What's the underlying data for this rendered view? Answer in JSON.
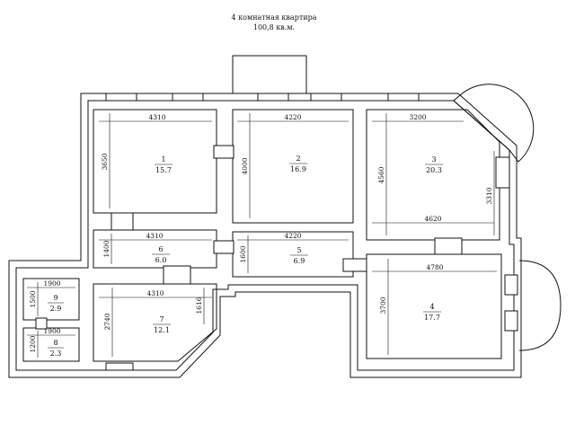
{
  "header": {
    "title": "4 комнатная квартира",
    "subtitle": "100,8 кв.м."
  },
  "colors": {
    "wall": "#111111",
    "background": "#ffffff"
  },
  "rooms": [
    {
      "id": "1",
      "area": "15.7",
      "width_label": "4310",
      "height_label": "3650"
    },
    {
      "id": "2",
      "area": "16.9",
      "width_label": "4220",
      "height_label": "4000"
    },
    {
      "id": "3",
      "area": "20.3",
      "width_top_label": "3200",
      "width_bottom_label": "4620",
      "height_left_label": "4560",
      "height_right_label": "3310"
    },
    {
      "id": "4",
      "area": "17.7",
      "width_label": "4780",
      "height_label": "3700"
    },
    {
      "id": "5",
      "area": "6.9",
      "width_label": "4220",
      "height_label": "1600"
    },
    {
      "id": "6",
      "area": "6.0",
      "width_label": "4310",
      "height_label": "1400"
    },
    {
      "id": "7",
      "area": "12.1",
      "width_label": "4310",
      "height_left_label": "2740",
      "height_right_label": "1616"
    },
    {
      "id": "8",
      "area": "2.3",
      "width_label": "1900",
      "height_label": "1200"
    },
    {
      "id": "9",
      "area": "2.9",
      "width_label": "1900",
      "height_label": "1500"
    }
  ]
}
